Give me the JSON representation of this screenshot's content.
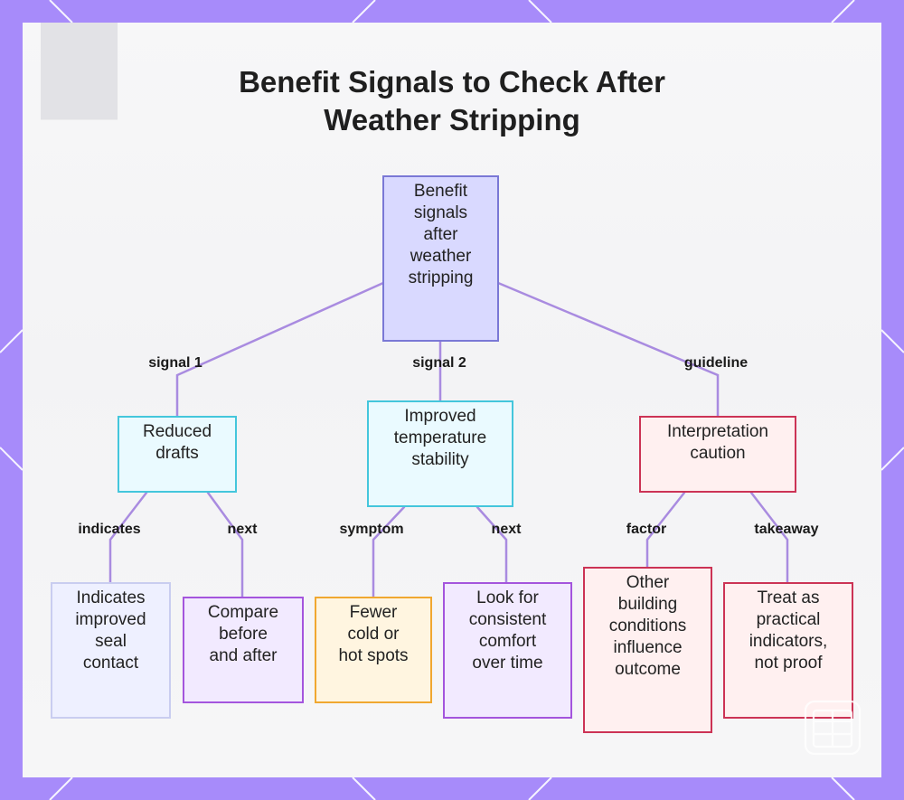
{
  "title": "Benefit Signals to Check After\nWeather Stripping",
  "colors": {
    "frame": "#a78bfa",
    "root": "#7a78d6",
    "cyan": "#44c6dc",
    "red": "#cc3355",
    "violet": "#a455dd",
    "orange": "#f0a830",
    "edge": "#a98be0"
  },
  "nodes": {
    "root": "Benefit\nsignals\nafter\nweather\nstripping",
    "drafts": "Reduced\ndrafts",
    "temp": "Improved\ntemperature\nstability",
    "caution": "Interpretation\ncaution",
    "seal": "Indicates\nimproved\nseal\ncontact",
    "compare": "Compare\nbefore\nand after",
    "spots": "Fewer\ncold or\nhot spots",
    "consistent": "Look for\nconsistent\ncomfort\nover time",
    "conditions": "Other\nbuilding\nconditions\ninfluence\noutcome",
    "treat": "Treat as\npractical\nindicators,\nnot proof"
  },
  "edge_labels": {
    "signal1": "signal 1",
    "signal2": "signal 2",
    "guideline": "guideline",
    "indicates": "indicates",
    "next1": "next",
    "symptom": "symptom",
    "next2": "next",
    "factor": "factor",
    "takeaway": "takeaway"
  }
}
